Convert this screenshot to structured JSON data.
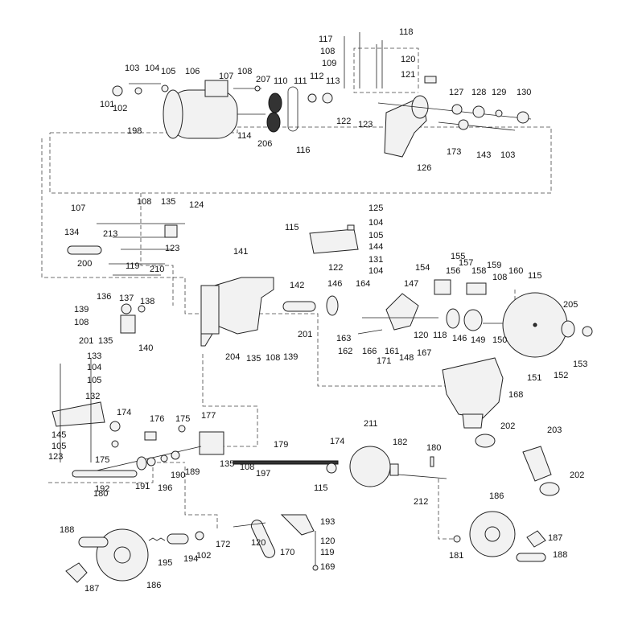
{
  "diagram": {
    "labels": [
      "101",
      "102",
      "103",
      "104",
      "105",
      "106",
      "107",
      "108",
      "207",
      "110",
      "111",
      "112",
      "113",
      "114",
      "206",
      "116",
      "198",
      "117",
      "108",
      "109",
      "118",
      "120",
      "121",
      "122",
      "123",
      "126",
      "127",
      "128",
      "129",
      "130",
      "173",
      "143",
      "103",
      "107",
      "108",
      "135",
      "124",
      "213",
      "123",
      "134",
      "200",
      "119",
      "210",
      "141",
      "115",
      "125",
      "104",
      "105",
      "144",
      "131",
      "122",
      "104",
      "142",
      "146",
      "164",
      "147",
      "155",
      "154",
      "156",
      "157",
      "158",
      "159",
      "160",
      "108",
      "115",
      "136",
      "137",
      "138",
      "139",
      "108",
      "201",
      "135",
      "140",
      "205",
      "163",
      "162",
      "166",
      "161",
      "120",
      "171",
      "148",
      "167",
      "118",
      "146",
      "149",
      "150",
      "151",
      "152",
      "153",
      "204",
      "135",
      "108",
      "139",
      "201",
      "168",
      "133",
      "104",
      "105",
      "132",
      "145",
      "105",
      "123",
      "175",
      "174",
      "176",
      "175",
      "177",
      "202",
      "203",
      "202",
      "211",
      "174",
      "182",
      "180",
      "179",
      "135",
      "108",
      "197",
      "115",
      "212",
      "191",
      "196",
      "190",
      "189",
      "192",
      "180",
      "186",
      "187",
      "188",
      "181",
      "188",
      "193",
      "120",
      "119",
      "172",
      "120",
      "170",
      "169",
      "195",
      "194",
      "102",
      "187",
      "186"
    ]
  }
}
